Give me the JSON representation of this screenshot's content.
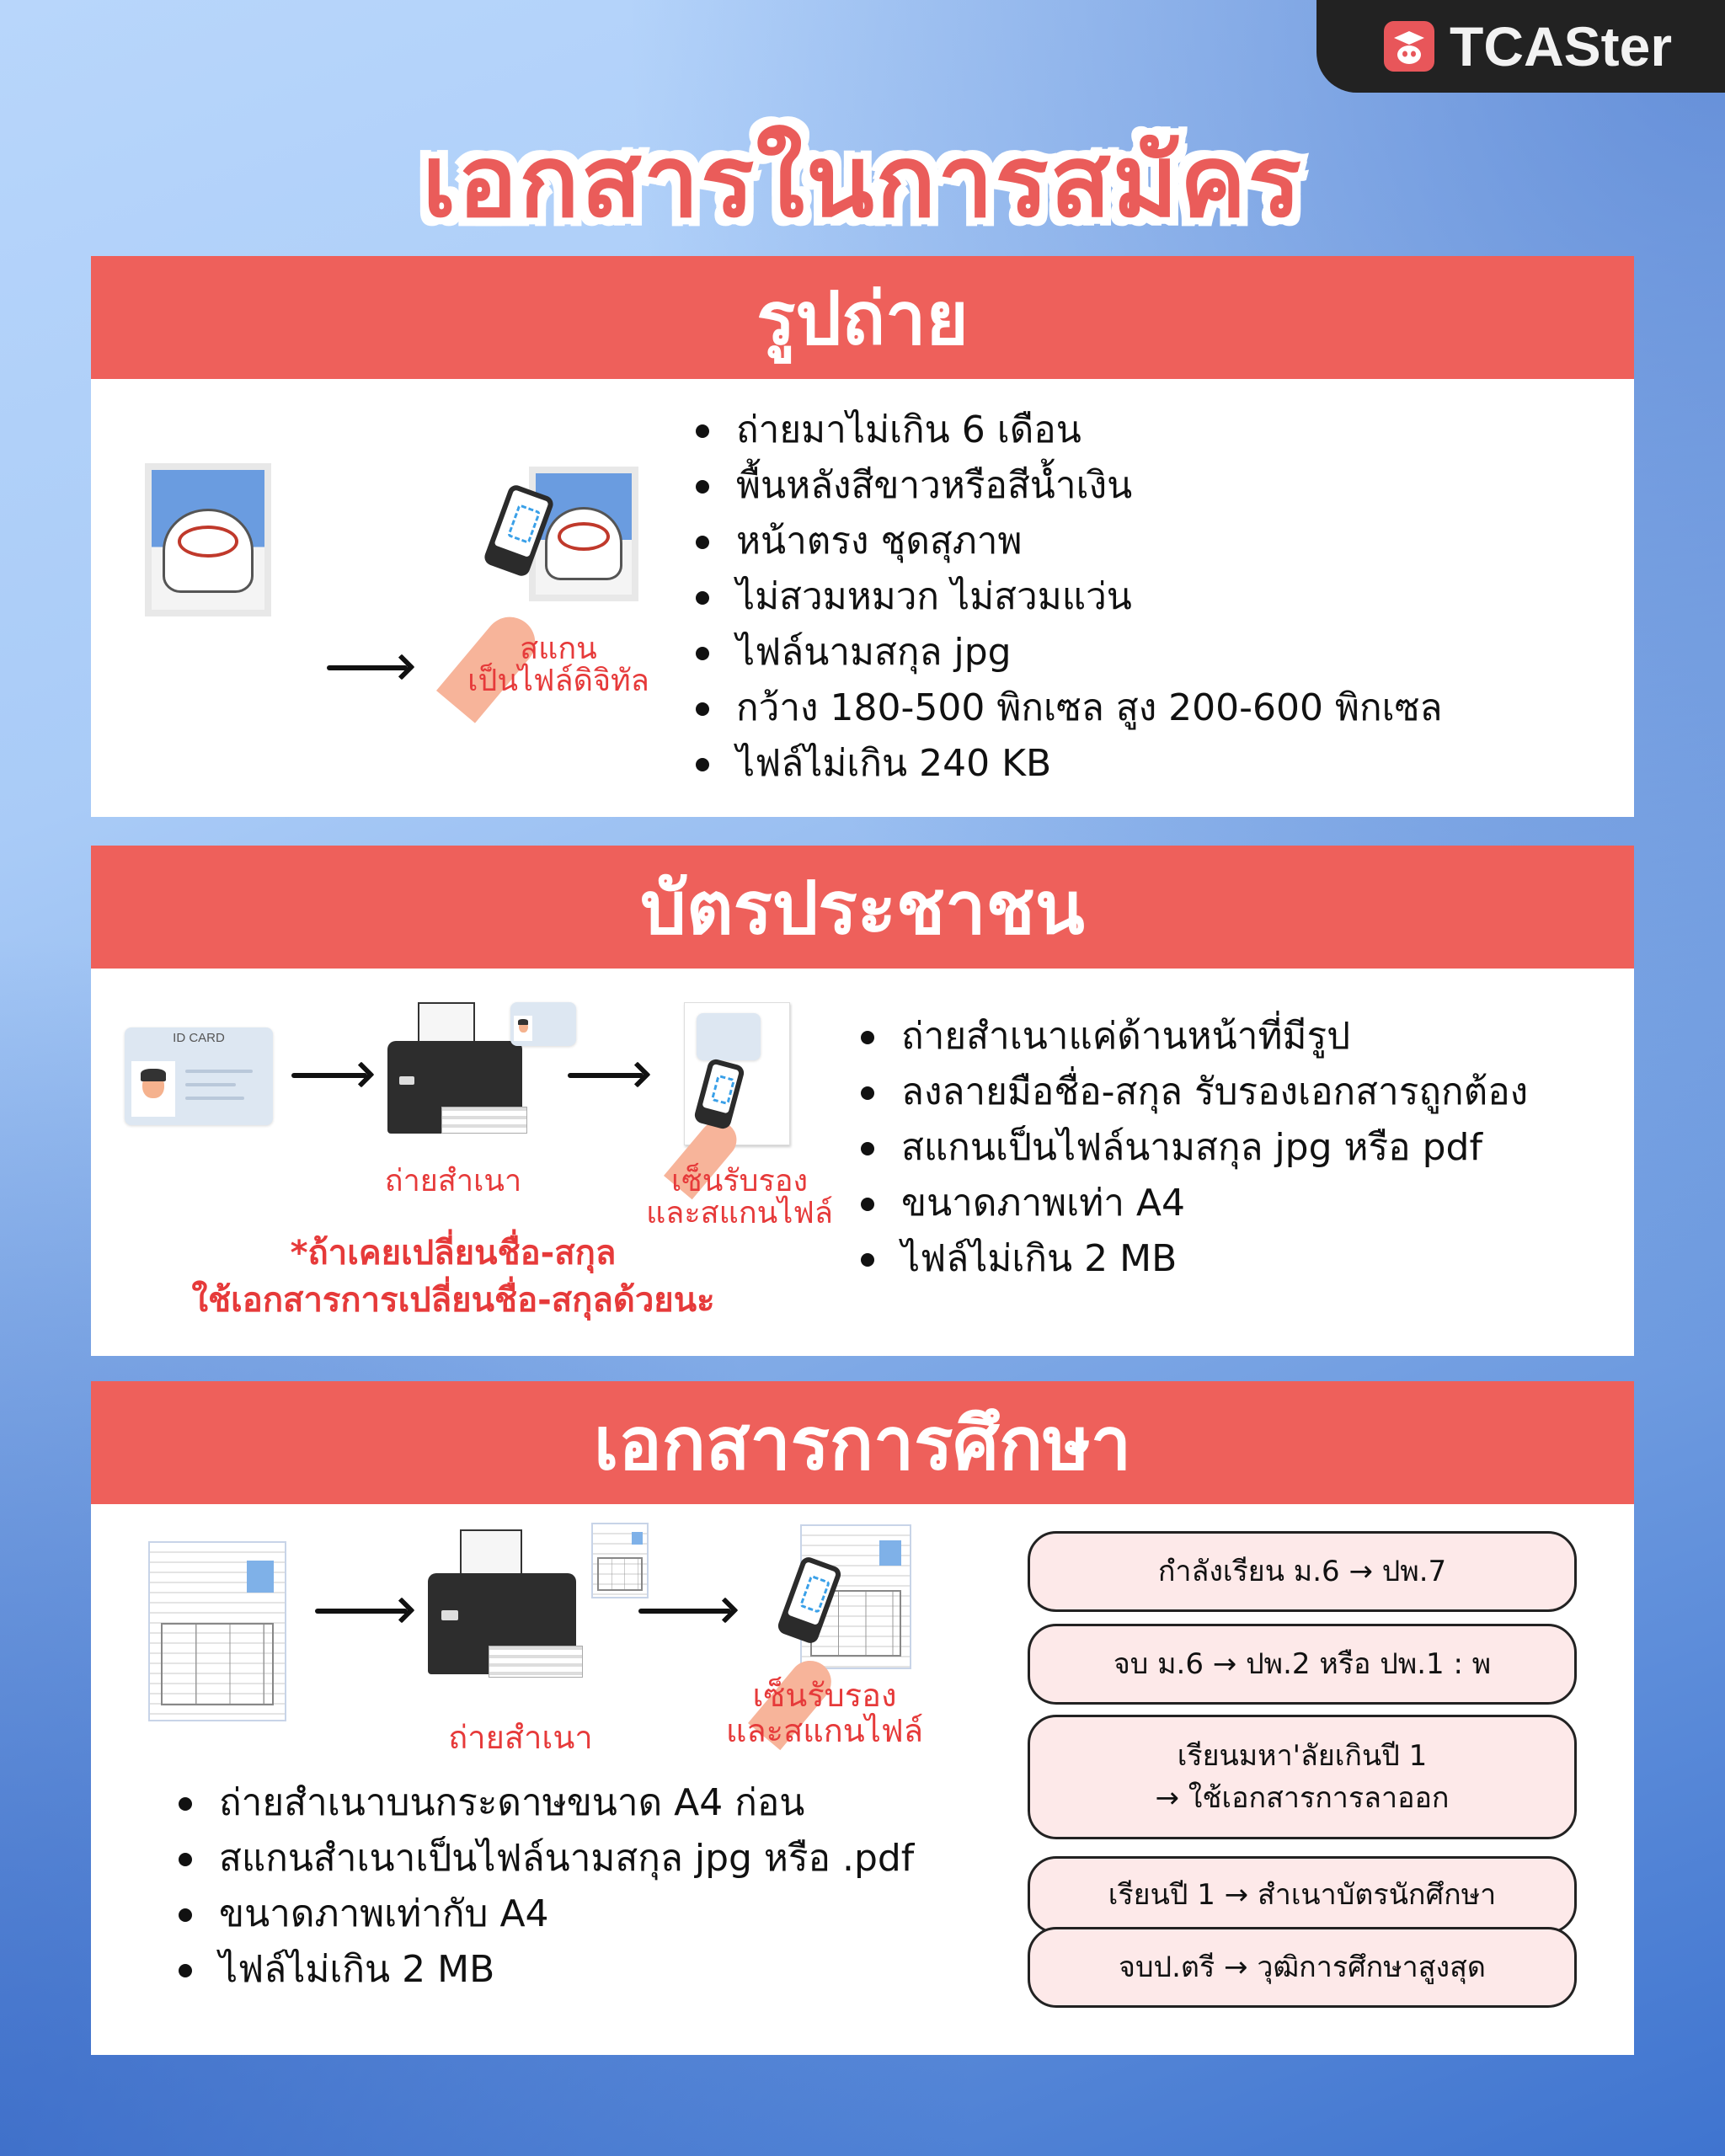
{
  "brand": {
    "name": "TCASter",
    "logo_icon": "robot-graduation-cap-icon"
  },
  "title": "เอกสารในการสมัคร",
  "colors": {
    "accent_red": "#ee605b",
    "caption_red": "#e63a3a",
    "pill_bg": "#fde9e9",
    "brand_bg": "#222222",
    "bg_light_blue": "#b8d6fb",
    "bg_dark_blue": "#3f74cf"
  },
  "sections": {
    "photo": {
      "header": "รูปถ่าย",
      "caption": [
        "สแกน",
        "เป็นไฟล์ดิจิทัล"
      ],
      "bullets": [
        "ถ่ายมาไม่เกิน 6 เดือน",
        "พื้นหลังสีขาวหรือสีน้ำเงิน",
        "หน้าตรง ชุดสุภาพ",
        "ไม่สวมหมวก ไม่สวมแว่น",
        "ไฟล์นามสกุล jpg",
        "กว้าง 180-500 พิกเซล สูง 200-600 พิกเซล",
        "ไฟล์ไม่เกิน 240 KB"
      ]
    },
    "id_card": {
      "header": "บัตรประชาชน",
      "card_label": "ID CARD",
      "caption_copy": "ถ่ายสำเนา",
      "caption_sign": [
        "เซ็นรับรอง",
        "และสแกนไฟล์"
      ],
      "note": [
        "*ถ้าเคยเปลี่ยนชื่อ-สกุล",
        "ใช้เอกสารการเปลี่ยนชื่อ-สกุลด้วยนะ"
      ],
      "bullets": [
        "ถ่ายสำเนาแค่ด้านหน้าที่มีรูป",
        "ลงลายมือชื่อ-สกุล รับรองเอกสารถูกต้อง",
        "สแกนเป็นไฟล์นามสกุล jpg หรือ pdf",
        "ขนาดภาพเท่า A4",
        "ไฟล์ไม่เกิน 2 MB"
      ]
    },
    "education": {
      "header": "เอกสารการศึกษา",
      "caption_copy": "ถ่ายสำเนา",
      "caption_sign": [
        "เซ็นรับรอง",
        "และสแกนไฟล์"
      ],
      "bullets": [
        "ถ่ายสำเนาบนกระดาษขนาด A4 ก่อน",
        "สแกนสำเนาเป็นไฟล์นามสกุล jpg หรือ .pdf",
        "ขนาดภาพเท่ากับ A4",
        "ไฟล์ไม่เกิน 2 MB"
      ],
      "pills": [
        [
          "กำลังเรียน ม.6 → ปพ.7"
        ],
        [
          "จบ ม.6 → ปพ.2 หรือ ปพ.1 : พ"
        ],
        [
          "เรียนมหา'ลัยเกินปี 1",
          "→ ใช้เอกสารการลาออก"
        ],
        [
          "เรียนปี 1 → สำเนาบัตรนักศึกษา"
        ],
        [
          "จบป.ตรี → วุฒิการศึกษาสูงสุด"
        ]
      ]
    }
  }
}
